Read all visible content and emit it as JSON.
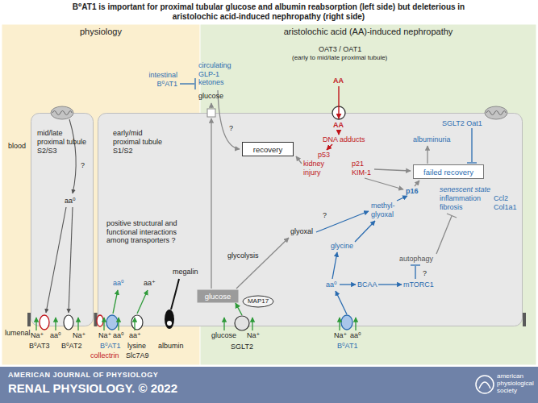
{
  "diagram": {
    "title": "B⁰AT1 is important for proximal tubular glucose and albumin reabsorption (left side) but deleterious in aristolochic acid-induced nephropathy (right side)",
    "nodes": [
      {
        "text": [
          "physiology"
        ]
      },
      {
        "text": [
          "aristolochic acid (AA)-induced nephropathy"
        ]
      },
      {
        "text": [
          "mid/late proximal tubule S2/S3"
        ],
        "in": 0
      },
      {
        "text": [
          "early/mid proximal tubule S1/S2"
        ]
      },
      {
        "text": [
          "recovery"
        ],
        "in": 3
      },
      {
        "text": [
          "failed recovery"
        ],
        "in": 3
      },
      {
        "text": [
          "glucose"
        ],
        "in": 3
      },
      {
        "text": [
          "SGLT2"
        ]
      },
      {
        "text": [
          "MAP17"
        ]
      }
    ],
    "edges": [
      {
        "from": 7,
        "to": 6,
        "arrow": "to"
      }
    ],
    "labels": [
      "blood",
      "lumenal",
      "intestinal B⁰AT1",
      "circulating GLP-1 ketones",
      "glucose",
      "OAT3 / OAT1",
      "(early to mid/late proximal tubule)",
      "AA",
      "AA",
      "DNA adducts",
      "p53",
      "kidney injury",
      "p21",
      "KIM-1",
      "SGLT2 Oat1",
      "albuminuria",
      "?",
      "p16",
      "senescent state",
      "inflammation",
      "fibrosis",
      "Ccl2",
      "Col1a1",
      "methyl-glyoxal",
      "?",
      "glycolysis",
      "glyoxal",
      "glycine",
      "autophagy",
      "?",
      "aa⁰",
      "BCAA",
      "mTORC1",
      "?",
      "aa⁰",
      "positive structural and functional interactions among transporters ?",
      "megalin",
      "collectrin",
      "aa⁰",
      "aa⁺",
      "Na⁺",
      "aa⁰",
      "Na⁺",
      "B⁰AT3",
      "B⁰AT2",
      "Na⁺",
      "aa⁰",
      "B⁰AT1",
      "aa⁺",
      "lysine",
      "Slc7A9",
      "albumin",
      "glucose",
      "Na⁺",
      "Na⁺",
      "aa⁰",
      "B⁰AT1",
      "AMERICAN JOURNAL OF PHYSIOLOGY",
      "RENAL PHYSIOLOGY. © 2022",
      "american physiological society"
    ]
  }
}
